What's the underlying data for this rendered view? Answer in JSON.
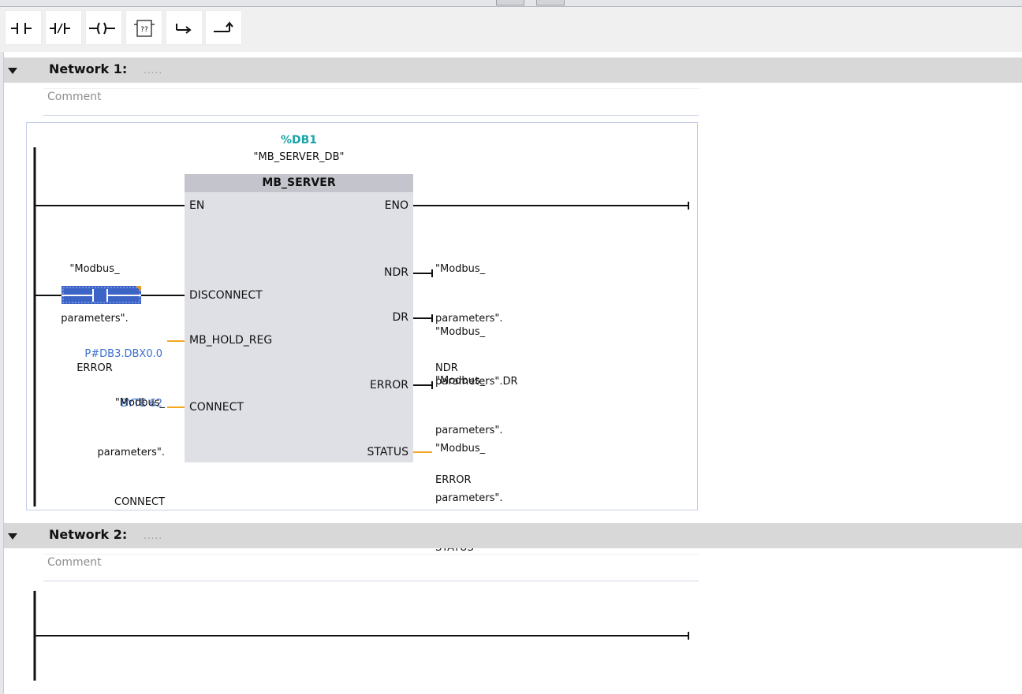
{
  "toolbar": {
    "buttons": [
      {
        "name": "normally-open-contact-icon"
      },
      {
        "name": "normally-closed-contact-icon"
      },
      {
        "name": "coil-icon"
      },
      {
        "name": "empty-box-icon",
        "glyph": "??"
      },
      {
        "name": "open-branch-icon"
      },
      {
        "name": "close-branch-icon"
      }
    ]
  },
  "network1": {
    "title": "Network 1:",
    "dots": ".....",
    "comment": "Comment",
    "instance": {
      "address": "%DB1",
      "name": "\"MB_SERVER_DB\""
    },
    "block": {
      "title": "MB_SERVER",
      "inputs": [
        "EN",
        "DISCONNECT",
        "MB_HOLD_REG",
        "CONNECT"
      ],
      "outputs": [
        "ENO",
        "NDR",
        "DR",
        "ERROR",
        "STATUS"
      ]
    },
    "operands": {
      "disconnect": [
        "\"Modbus_",
        "parameters\".",
        "ERROR"
      ],
      "hold_reg": [
        "P#DB3.DBX0.0",
        "BYTE 62"
      ],
      "connect": [
        "\"Modbus_",
        "parameters\".",
        "CONNECT"
      ],
      "ndr": [
        "\"Modbus_",
        "parameters\".",
        "NDR"
      ],
      "dr": [
        "\"Modbus_",
        "parameters\".DR"
      ],
      "error": [
        "\"Modbus_",
        "parameters\".",
        "ERROR"
      ],
      "status": [
        "\"Modbus_",
        "parameters\".",
        "STATUS"
      ]
    }
  },
  "network2": {
    "title": "Network 2:",
    "dots": ".....",
    "comment": "Comment"
  },
  "colors": {
    "wire": "#111111",
    "wire_orange": "#f5a623",
    "address_teal": "#1aa3a8",
    "pointer_blue": "#3a6fd0",
    "contact_blue": "#3c63c6"
  }
}
